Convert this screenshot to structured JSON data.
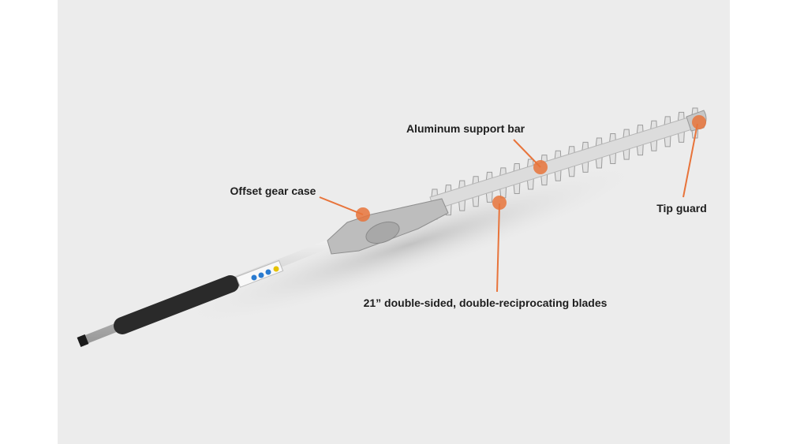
{
  "callouts": {
    "gear_case": "Offset gear case",
    "support_bar": "Aluminum support bar",
    "tip_guard": "Tip guard",
    "blades": "21” double-sided, double-reciprocating blades"
  },
  "colors": {
    "accent": "#e8743b",
    "background": "#ececec"
  }
}
